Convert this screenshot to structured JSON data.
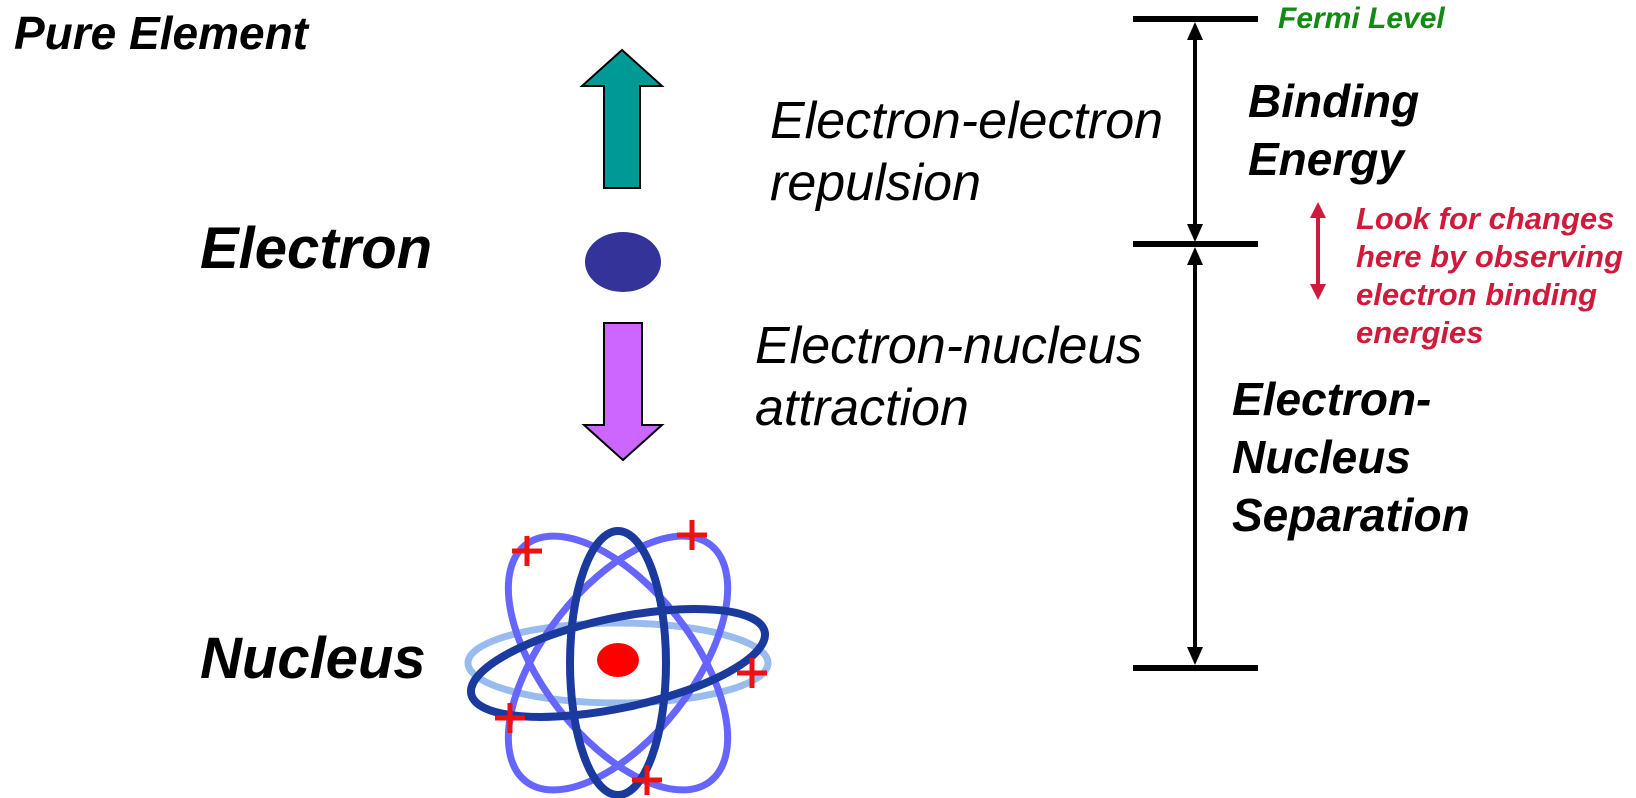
{
  "title": "Pure Element",
  "labels": {
    "electron": "Electron",
    "nucleus": "Nucleus"
  },
  "forces": {
    "repulsion_line1": "Electron-electron",
    "repulsion_line2": "repulsion",
    "attraction_line1": "Electron-nucleus",
    "attraction_line2": "attraction"
  },
  "energy": {
    "fermi_level": "Fermi Level",
    "binding_line1": "Binding",
    "binding_line2": "Energy",
    "separation_line1": "Electron-",
    "separation_line2": "Nucleus",
    "separation_line3": "Separation",
    "note_line1": "Look for changes",
    "note_line2": "here by observing",
    "note_line3": "electron binding",
    "note_line4": "energies"
  },
  "colors": {
    "repulsion_arrow": "#009a96",
    "attraction_arrow": "#cc66ff",
    "electron": "#333399",
    "nucleus_core": "#ff0000",
    "fermi_text": "#138a13",
    "note": "#d01a3c",
    "orbit_light": "#99bbee",
    "orbit_mid": "#6666ff",
    "orbit_dark": "#1a3a9e"
  },
  "icons": {
    "repulsion_arrow": "arrow-up-icon",
    "attraction_arrow": "arrow-down-icon",
    "atom": "atom-icon",
    "note_arrow": "double-arrow-icon"
  }
}
